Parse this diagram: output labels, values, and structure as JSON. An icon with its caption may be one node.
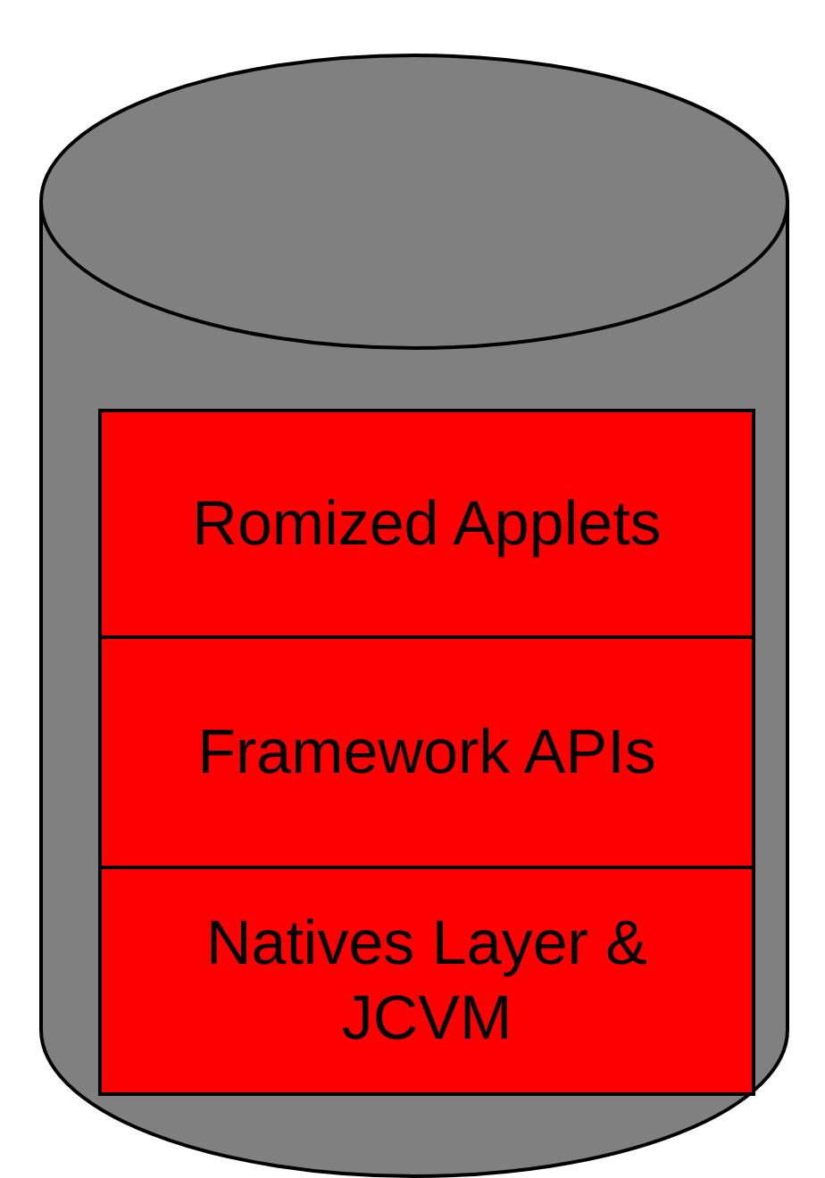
{
  "diagram": {
    "nodes": [
      {
        "text": [],
        "shape": "cylinder"
      },
      {
        "text": [
          "Romized Applets"
        ],
        "in": 0
      },
      {
        "text": [
          "Framework APIs"
        ],
        "in": 0
      },
      {
        "text": [
          "Natives Layer & JCVM"
        ],
        "in": 0
      }
    ]
  }
}
